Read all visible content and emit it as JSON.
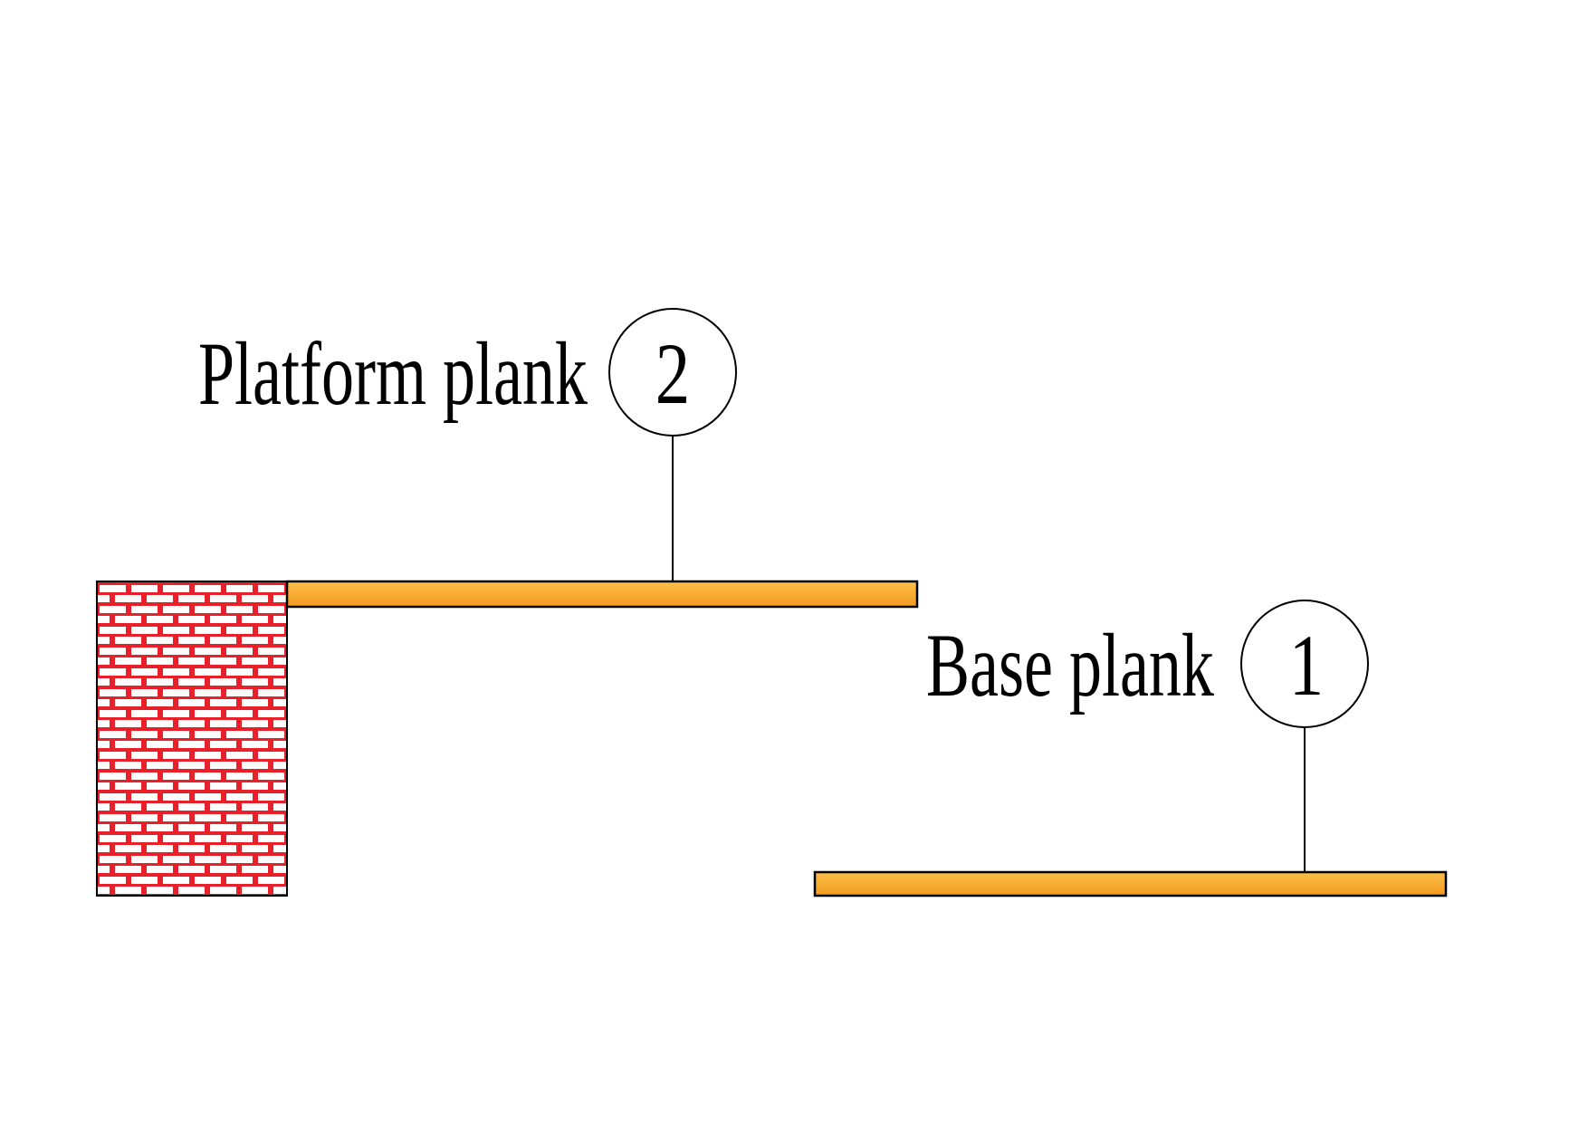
{
  "labels": {
    "platform": "Platform plank",
    "platform_number": "2",
    "base": "Base plank",
    "base_number": "1"
  },
  "colors": {
    "plank_top": "#fcc04a",
    "plank_bottom": "#f39a1e",
    "brick_mortar": "#e8202a",
    "brick_face": "#ffffff",
    "outline": "#000000"
  }
}
